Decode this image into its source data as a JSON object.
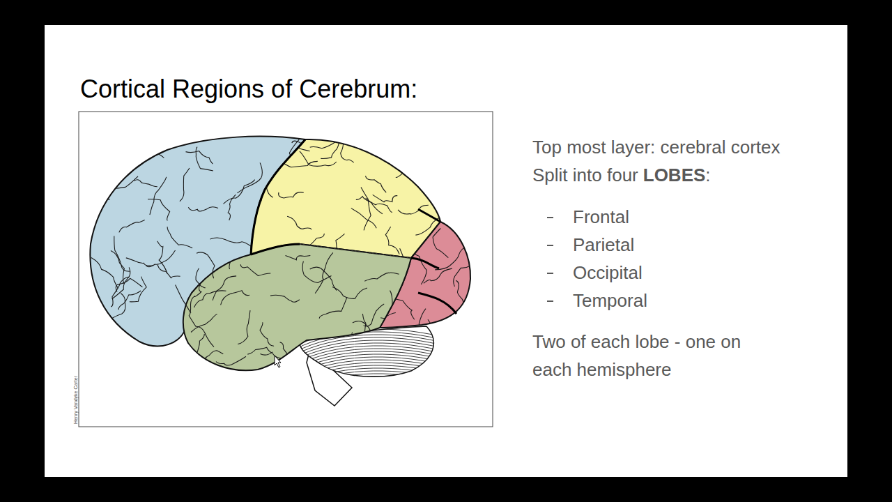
{
  "diagram": {
    "title": "Cortical Regions of Cerebrum:",
    "labels": [
      "Top most layer: cerebral cortex",
      "Split into four",
      "LOBES",
      ":",
      "Frontal",
      "Parietal",
      "Occipital",
      "Temporal",
      "Two of each lobe - one on each hemisphere",
      "Henry Vandyke Carter"
    ]
  }
}
